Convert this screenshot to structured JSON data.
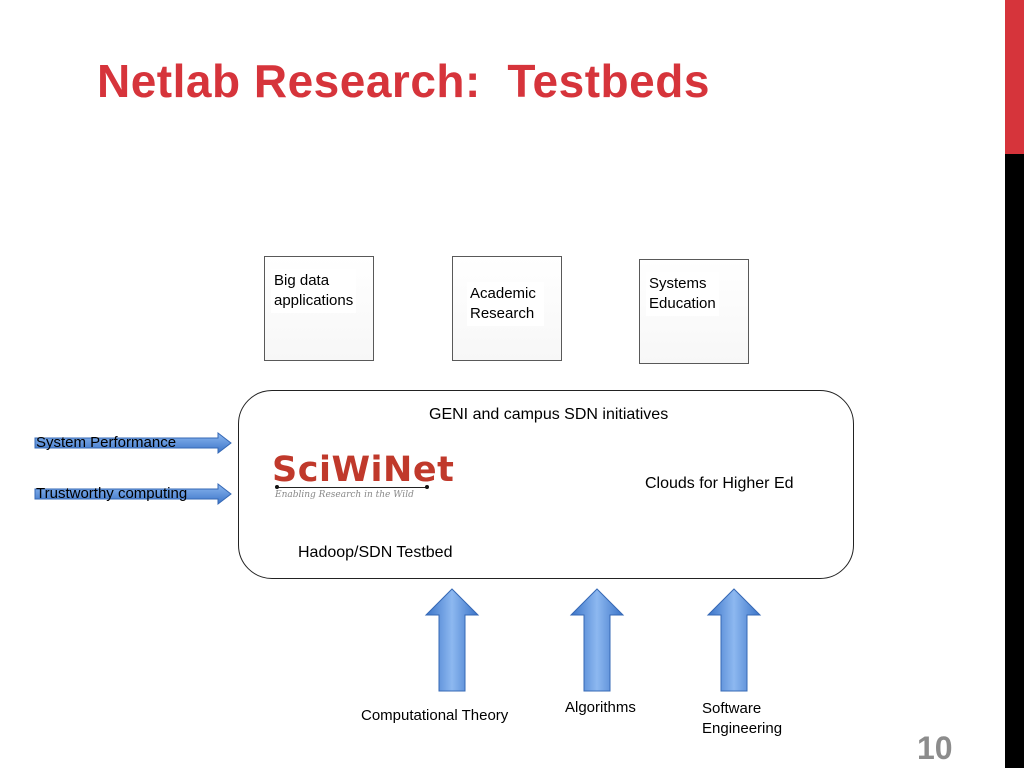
{
  "title": "Netlab Research:  Testbeds",
  "page_number": "10",
  "top_boxes": [
    {
      "label": "Big data\napplications"
    },
    {
      "label": "Academic\nResearch"
    },
    {
      "label": "Systems\nEducation"
    }
  ],
  "platform": {
    "header": "GENI and campus SDN initiatives",
    "logo_name": "SciWiNet",
    "logo_tagline": "Enabling Research in the Wild",
    "clouds": "Clouds for Higher Ed",
    "hadoop": "Hadoop/SDN Testbed"
  },
  "left_inputs": [
    {
      "label": "System Performance"
    },
    {
      "label": "Trustworthy computing"
    }
  ],
  "bottom_inputs": [
    {
      "label": "Computational Theory"
    },
    {
      "label": "Algorithms"
    },
    {
      "label": "Software\nEngineering"
    }
  ],
  "colors": {
    "accent_red": "#d6343b",
    "arrow_blue": "#4a86d8",
    "logo_red": "#c0392b"
  }
}
